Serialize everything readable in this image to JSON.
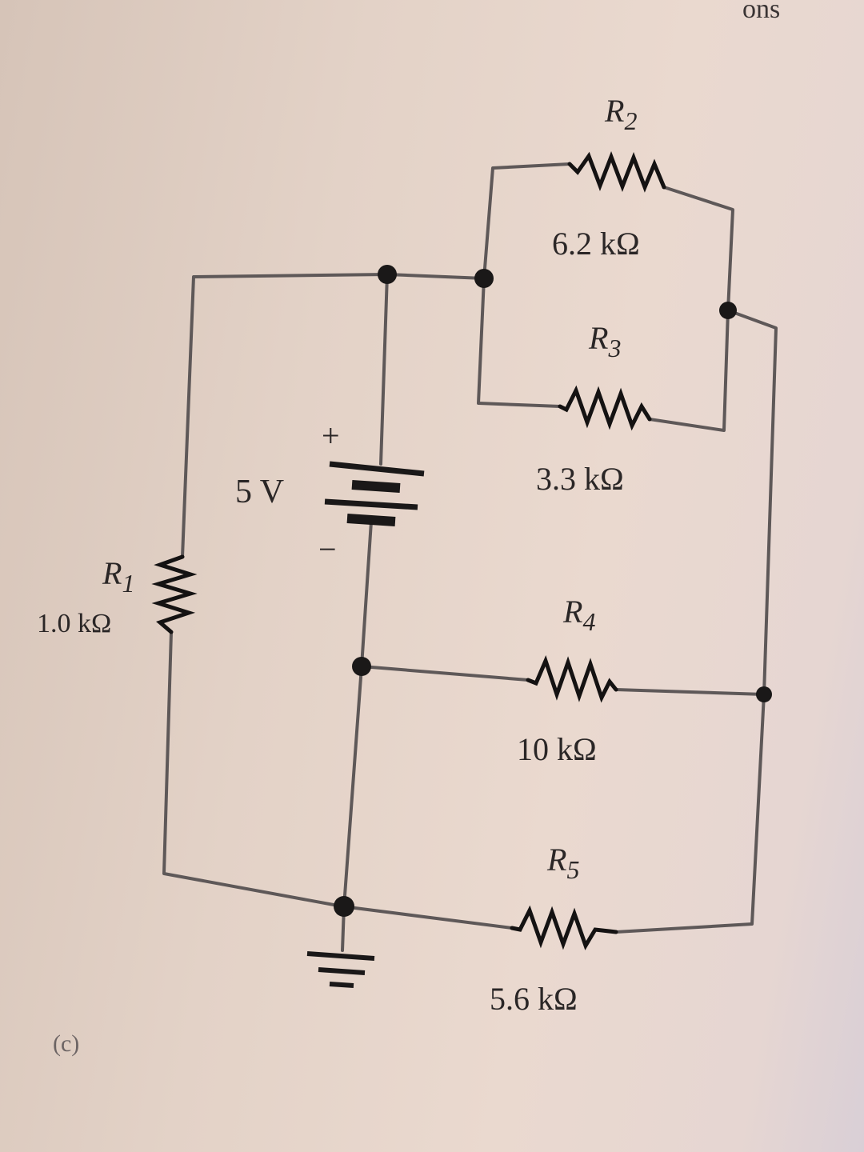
{
  "figure": {
    "label": "(c)",
    "corner_text": "ons"
  },
  "source": {
    "value": "5 V",
    "plus": "+",
    "minus": "−"
  },
  "resistors": [
    {
      "id": "R1",
      "name": "R",
      "sub": "1",
      "value": "1.0 kΩ"
    },
    {
      "id": "R2",
      "name": "R",
      "sub": "2",
      "value": "6.2 kΩ"
    },
    {
      "id": "R3",
      "name": "R",
      "sub": "3",
      "value": "3.3 kΩ"
    },
    {
      "id": "R4",
      "name": "R",
      "sub": "4",
      "value": "10 kΩ"
    },
    {
      "id": "R5",
      "name": "R",
      "sub": "5",
      "value": "5.6 kΩ"
    }
  ],
  "colors": {
    "paper": "#e3d2c7",
    "ink": "#1a1818",
    "wire": "#5e5858"
  }
}
